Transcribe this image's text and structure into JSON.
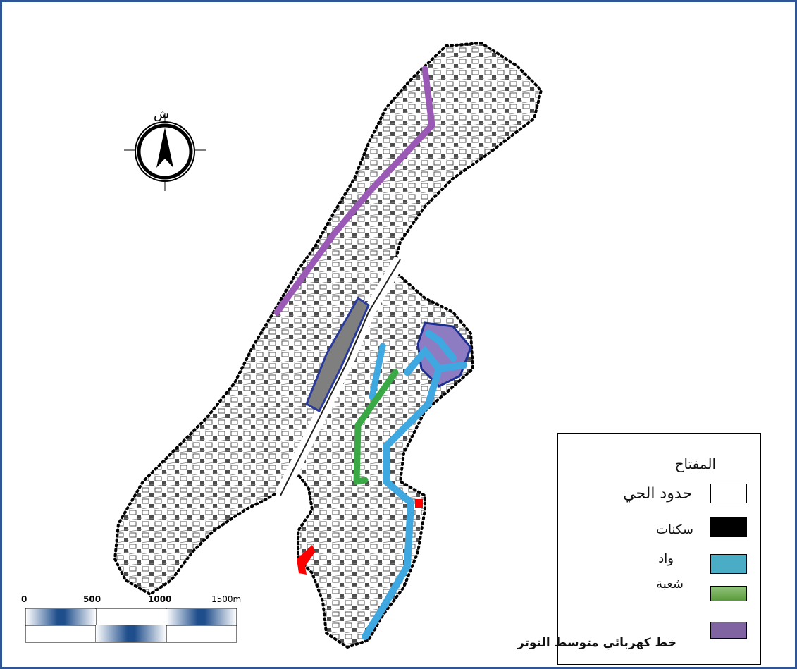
{
  "north_arrow": {
    "label": "ش"
  },
  "legend": {
    "title": "المفتاح",
    "items": [
      {
        "label": "حدود الحي",
        "swatch_color": "#ffffff"
      },
      {
        "label": "سكنات",
        "swatch_color": "#000000"
      },
      {
        "label": "واد",
        "swatch_color": "#4bacc6"
      },
      {
        "label": "شعبة",
        "swatch_color": "#6aa84f"
      },
      {
        "label": "خط كهربائي متوسط التوتر",
        "swatch_color": "#8064a2"
      }
    ]
  },
  "scale_bar": {
    "labels": [
      "0",
      "500",
      "1000",
      "1500m"
    ],
    "fill_color": "#1f4e8c"
  },
  "colors": {
    "frame": "#2f5597",
    "boundary": "#000000",
    "wadi": "#3fa8e0",
    "channel": "#3aa845",
    "power_line": "#9b59b6",
    "red_features": "#ff0000"
  }
}
